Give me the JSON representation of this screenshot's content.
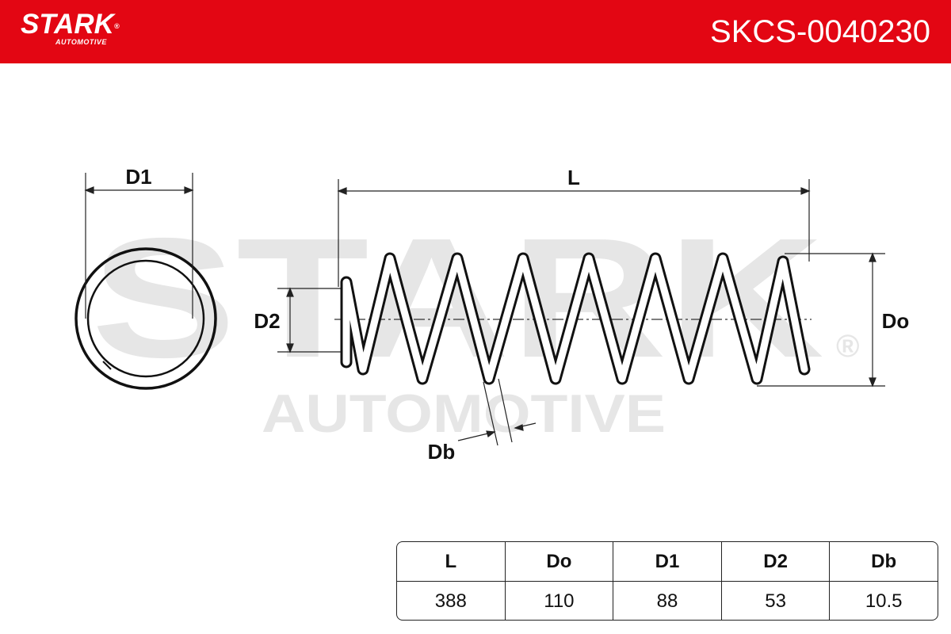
{
  "header": {
    "brand": "STARK",
    "brand_reg": "®",
    "brand_sub": "AUTOMOTIVE",
    "part_number": "SKCS-0040230",
    "background_color": "#e30613"
  },
  "watermark": {
    "main": "STARK",
    "sub": "AUTOMOTIVE",
    "reg": "®"
  },
  "diagram": {
    "labels": {
      "d1": "D1",
      "l": "L",
      "d2": "D2",
      "do": "Do",
      "db": "Db"
    }
  },
  "spec_table": {
    "headers": [
      "L",
      "Do",
      "D1",
      "D2",
      "Db"
    ],
    "values": [
      "388",
      "110",
      "88",
      "53",
      "10.5"
    ]
  }
}
